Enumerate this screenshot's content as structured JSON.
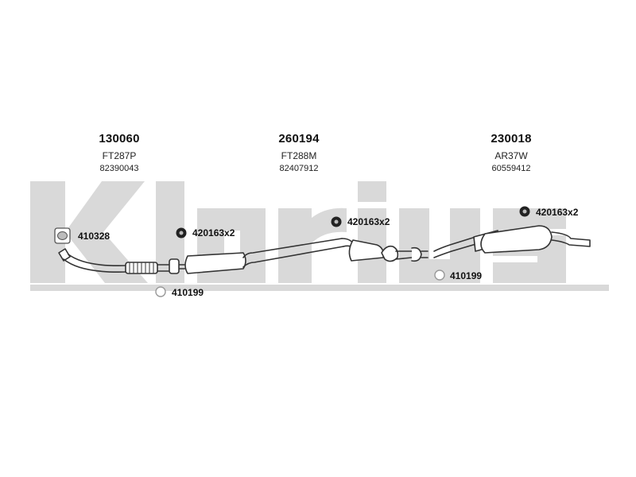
{
  "brand": {
    "watermark": "Klarius",
    "color": "#d8d8d8"
  },
  "parts": [
    {
      "number": "130060",
      "code": "FT287P",
      "ref": "82390043"
    },
    {
      "number": "260194",
      "code": "FT288M",
      "ref": "82407912"
    },
    {
      "number": "230018",
      "code": "AR37W",
      "ref": "60559412"
    }
  ],
  "fittings": [
    {
      "label": "410328",
      "icon": "gasket-square-icon"
    },
    {
      "label": "420163x2",
      "icon": "rubber-mount-icon"
    },
    {
      "label": "410199",
      "icon": "ring-gasket-icon"
    },
    {
      "label": "420163x2",
      "icon": "rubber-mount-icon"
    },
    {
      "label": "410199",
      "icon": "ring-gasket-icon"
    },
    {
      "label": "420163x2",
      "icon": "rubber-mount-icon"
    }
  ]
}
